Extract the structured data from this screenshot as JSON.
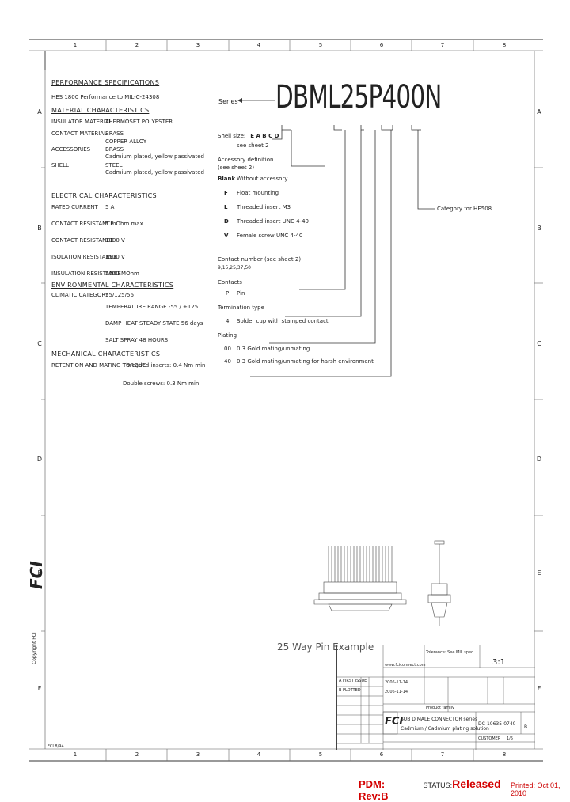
{
  "zones": {
    "columns": [
      "1",
      "2",
      "3",
      "4",
      "5",
      "6",
      "7",
      "8"
    ],
    "rows": [
      "A",
      "B",
      "C",
      "D",
      "E",
      "F"
    ]
  },
  "part_number": "DBML25P400N",
  "label_series": "Series",
  "specs": {
    "reference_title": "PERFORMANCE SPECIFICATIONS",
    "reference_lines": [
      "HES 1800 Performance to MIL-C-24308"
    ],
    "material_title": "MATERIAL CHARACTERISTICS",
    "material_rows": [
      {
        "k": "INSULATOR MATERIAL",
        "v": "THERMOSET POLYESTER"
      },
      {
        "k": "CONTACT MATERIAL",
        "v": "BRASS"
      },
      {
        "k": "",
        "v": "COPPER ALLOY"
      },
      {
        "k": "ACCESSORIES",
        "v": "BRASS"
      },
      {
        "k": "",
        "v": "Cadmium plated, yellow passivated"
      },
      {
        "k": "SHELL",
        "v": "STEEL"
      },
      {
        "k": "",
        "v": "Cadmium plated, yellow passivated"
      }
    ],
    "electrical_title": "ELECTRICAL CHARACTERISTICS",
    "electrical_rows": [
      {
        "k": "RATED CURRENT",
        "v": "5 A"
      },
      {
        "k": "CONTACT RESISTANCE",
        "v": "5 mOhm max"
      },
      {
        "k": "CONTACT RESISTANCE",
        "v": "1000 V"
      },
      {
        "k": "ISOLATION RESISTANCE",
        "v": "1500 V"
      },
      {
        "k": "INSULATION RESISTANCE",
        "v": "5000 MOhm"
      }
    ],
    "environmental_title": "ENVIRONMENTAL CHARACTERISTICS",
    "environmental_rows": [
      {
        "k": "CLIMATIC CATEGORY",
        "v": "55/125/56"
      },
      {
        "k": "",
        "v": "TEMPERATURE RANGE -55 / +125"
      },
      {
        "k": "",
        "v": "DAMP HEAT STEADY STATE 56 days"
      },
      {
        "k": "",
        "v": "SALT SPRAY 48 HOURS"
      }
    ],
    "mechanical_title": "MECHANICAL CHARACTERISTICS",
    "mechanical_rows": [
      {
        "k": "RETENTION AND MATING TORQUE",
        "v": "Threaded inserts: 0.4 Nm min"
      },
      {
        "k": "",
        "v": "Double screws: 0.3 Nm min"
      }
    ]
  },
  "ordering": {
    "shell_size_label": "Shell size:",
    "shell_size_values": "E A B C D",
    "shell_size_note": "see sheet 2",
    "accessory_label": "Accessory definition",
    "accessory_note": "(see sheet 2)",
    "accessory_options": [
      {
        "code": "Blank",
        "desc": "Without accessory"
      },
      {
        "code": "F",
        "desc": "Float mounting"
      },
      {
        "code": "L",
        "desc": "Threaded insert M3"
      },
      {
        "code": "D",
        "desc": "Threaded insert UNC 4-40"
      },
      {
        "code": "V",
        "desc": "Female screw UNC 4-40"
      }
    ],
    "category_label": "Category for HE508",
    "contact_label": "Contact number (see sheet 2)",
    "contact_values": "9,15,25,37,50",
    "contacts_label": "Contacts",
    "contacts_options": [
      {
        "code": "P",
        "desc": "Pin"
      }
    ],
    "termination_label": "Termination type",
    "termination_options": [
      {
        "code": "4",
        "desc": "Solder cup with stamped contact"
      }
    ],
    "plating_label": "Plating",
    "plating_options": [
      {
        "code": "00",
        "desc": "0.3 Gold mating/unmating"
      },
      {
        "code": "40",
        "desc": "0.3 Gold mating/unmating for harsh environment"
      }
    ]
  },
  "drawing": {
    "caption": "25 Way Pin Example"
  },
  "side_text": {
    "logo": "FCI",
    "copyright": "Copyright FCI",
    "small_corner": "FCI 8/94"
  },
  "title_block": {
    "revisions": [
      {
        "rev": "A",
        "desc": "FIRST ISSUE",
        "date": "2006-11-14"
      },
      {
        "rev": "B",
        "desc": "PLOTTED",
        "date": "2006-11-14"
      }
    ],
    "tolerance": "Tolerance: See MIL spec",
    "angle": "3:1",
    "title1": "SUB D MALE CONNECTOR series",
    "title2": "Cadmium / Cadmium plating solution",
    "doc_no": "DC-10635-0740",
    "sheet": "1/5",
    "rev": "B",
    "product_family": "Product family",
    "customer_label": "CUSTOMER"
  },
  "footer": {
    "pdm": "PDM: Rev:B",
    "status_label": "STATUS:",
    "status_value": "Released",
    "printed": "Printed: Oct 01, 2010"
  }
}
